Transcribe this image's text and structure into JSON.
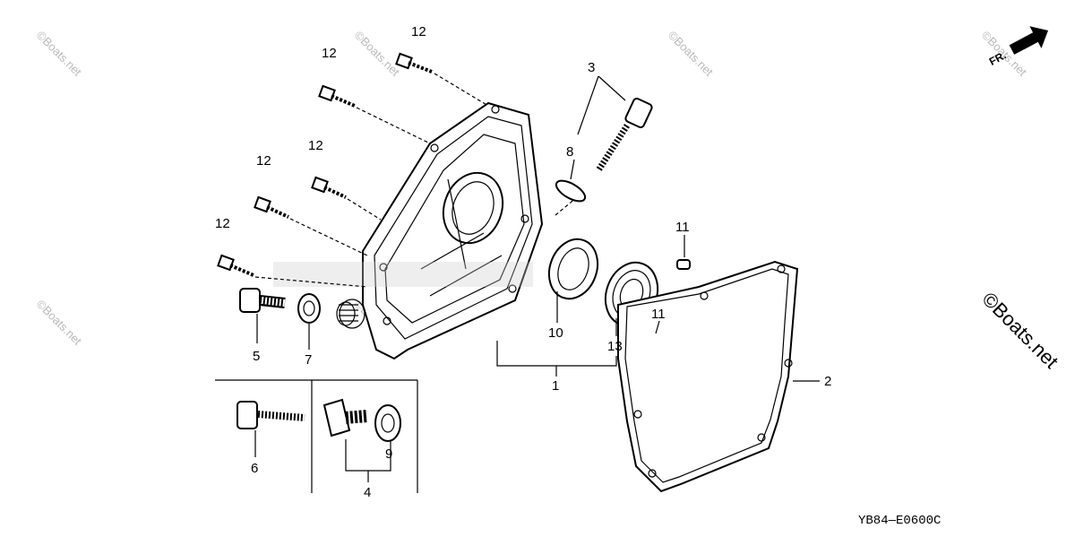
{
  "callouts": {
    "c1": "1",
    "c2": "2",
    "c3": "3",
    "c4": "4",
    "c5": "5",
    "c6": "6",
    "c7": "7",
    "c8": "8",
    "c9": "9",
    "c10": "10",
    "c11a": "11",
    "c11b": "11",
    "c12a": "12",
    "c12b": "12",
    "c12c": "12",
    "c12d": "12",
    "c12e": "12",
    "c13": "13"
  },
  "diagram_code": "YB84—E0600C",
  "direction_label": "FR.",
  "watermark": "©Boats.net",
  "icons": {
    "direction_arrow": "arrow-icon",
    "crankcase_cover": "crankcase-cover",
    "gasket": "gasket-outline"
  }
}
